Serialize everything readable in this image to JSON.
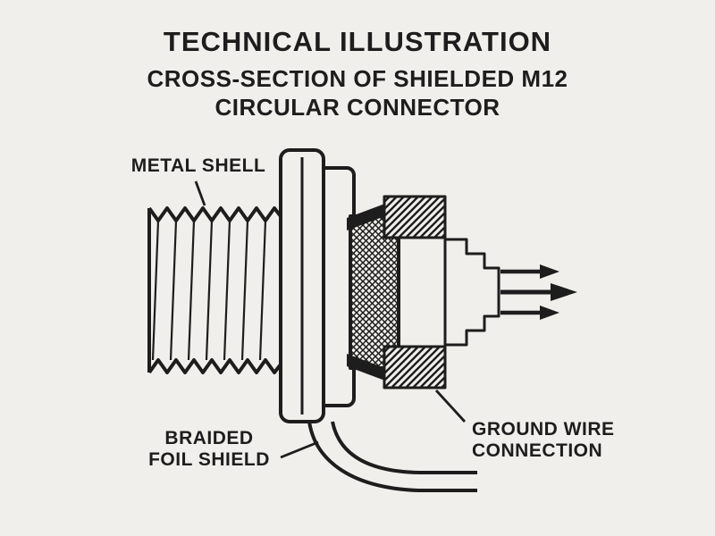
{
  "colors": {
    "bg": "#f1efeb",
    "ink": "#1d1d1d"
  },
  "header": {
    "title": "TECHNICAL ILLUSTRATION",
    "subtitle_line1": "CROSS-SECTION OF SHIELDED M12",
    "subtitle_line2": "CIRCULAR CONNECTOR"
  },
  "labels": {
    "metal_shell": "METAL SHELL",
    "braided_line1": "BRAIDED",
    "braided_line2": "FOIL SHIELD",
    "ground_line1": "GROUND WIRE",
    "ground_line2": "CONNECTION"
  }
}
